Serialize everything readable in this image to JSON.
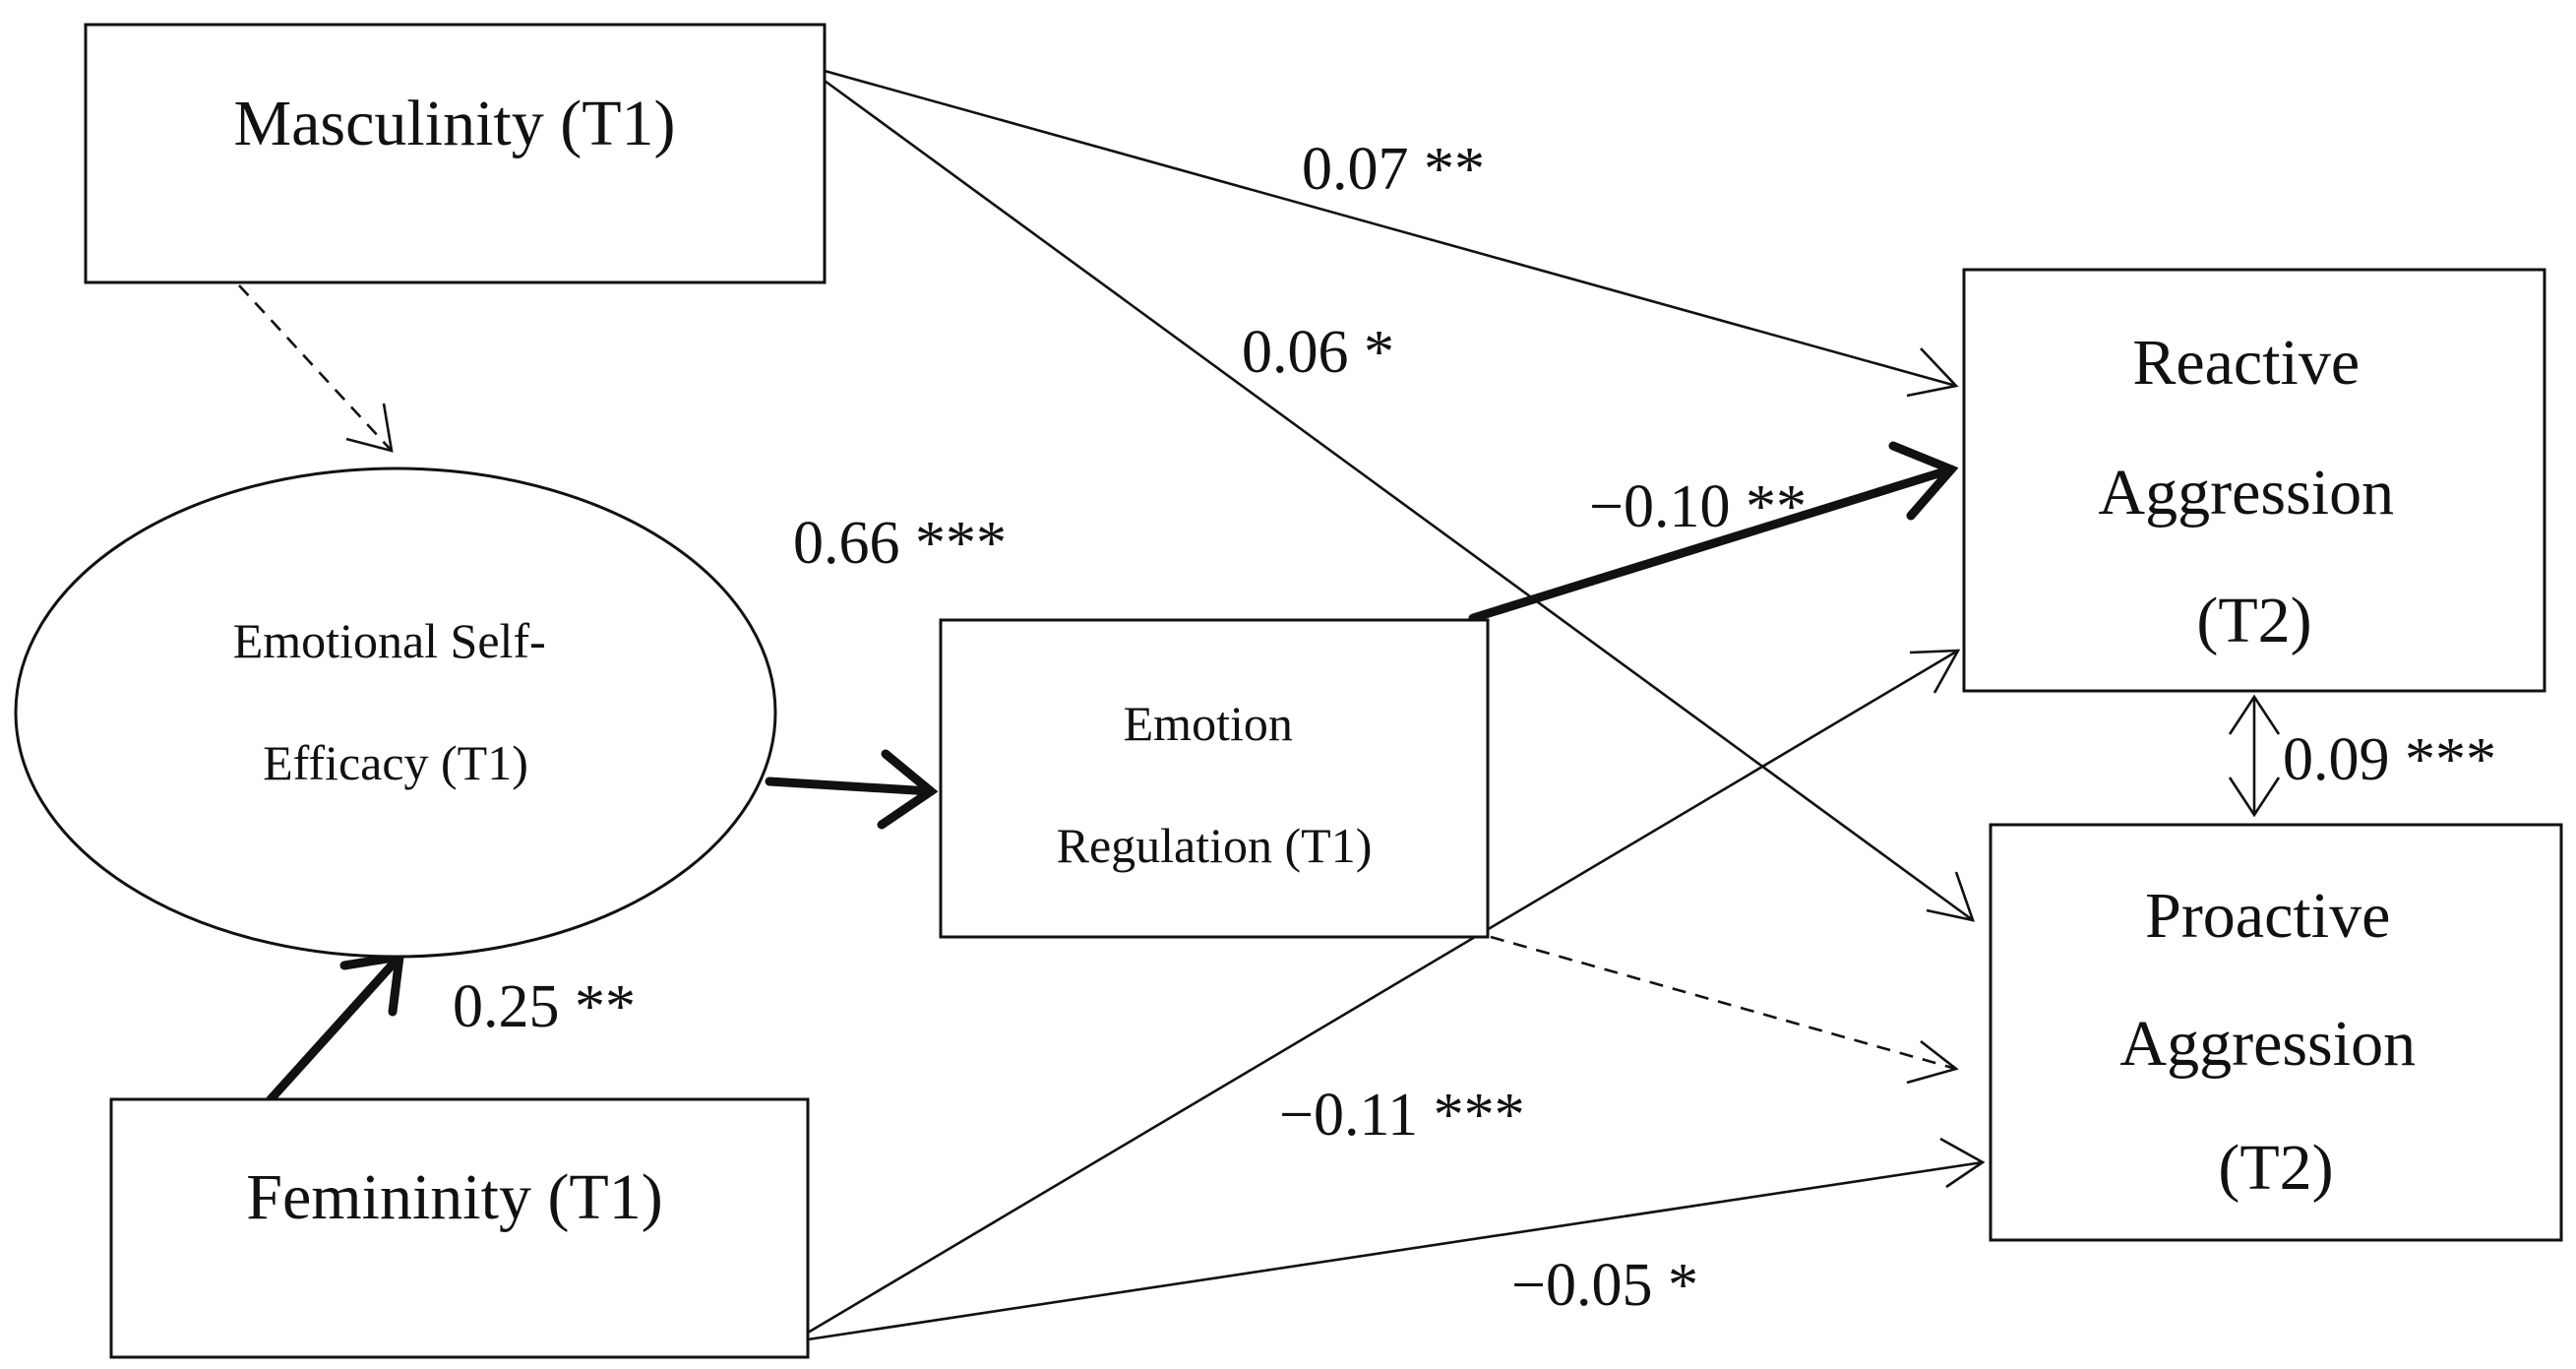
{
  "nodes": {
    "masculinity": "Masculinity (T1)",
    "femininity": "Femininity (T1)",
    "emotional_self_efficacy": [
      "Emotional Self-",
      "Efficacy (T1)"
    ],
    "emotion_regulation": [
      "Emotion",
      "Regulation (T1)"
    ],
    "reactive_aggression": [
      "Reactive",
      "Aggression",
      "(T2)"
    ],
    "proactive_aggression": [
      "Proactive",
      "Aggression",
      "(T2)"
    ]
  },
  "paths": {
    "masculinity_to_reactive": "0.07 **",
    "masculinity_to_proactive": "0.06 *",
    "self_efficacy_to_regulation": "0.66 ***",
    "regulation_to_reactive": "−0.10 **",
    "reactive_proactive_covariance": "0.09 ***",
    "femininity_to_self_efficacy": "0.25 **",
    "femininity_to_reactive": "−0.11 ***",
    "femininity_to_proactive": "−0.05 *"
  },
  "colors": {
    "stroke": "#111111",
    "background": "#ffffff"
  }
}
